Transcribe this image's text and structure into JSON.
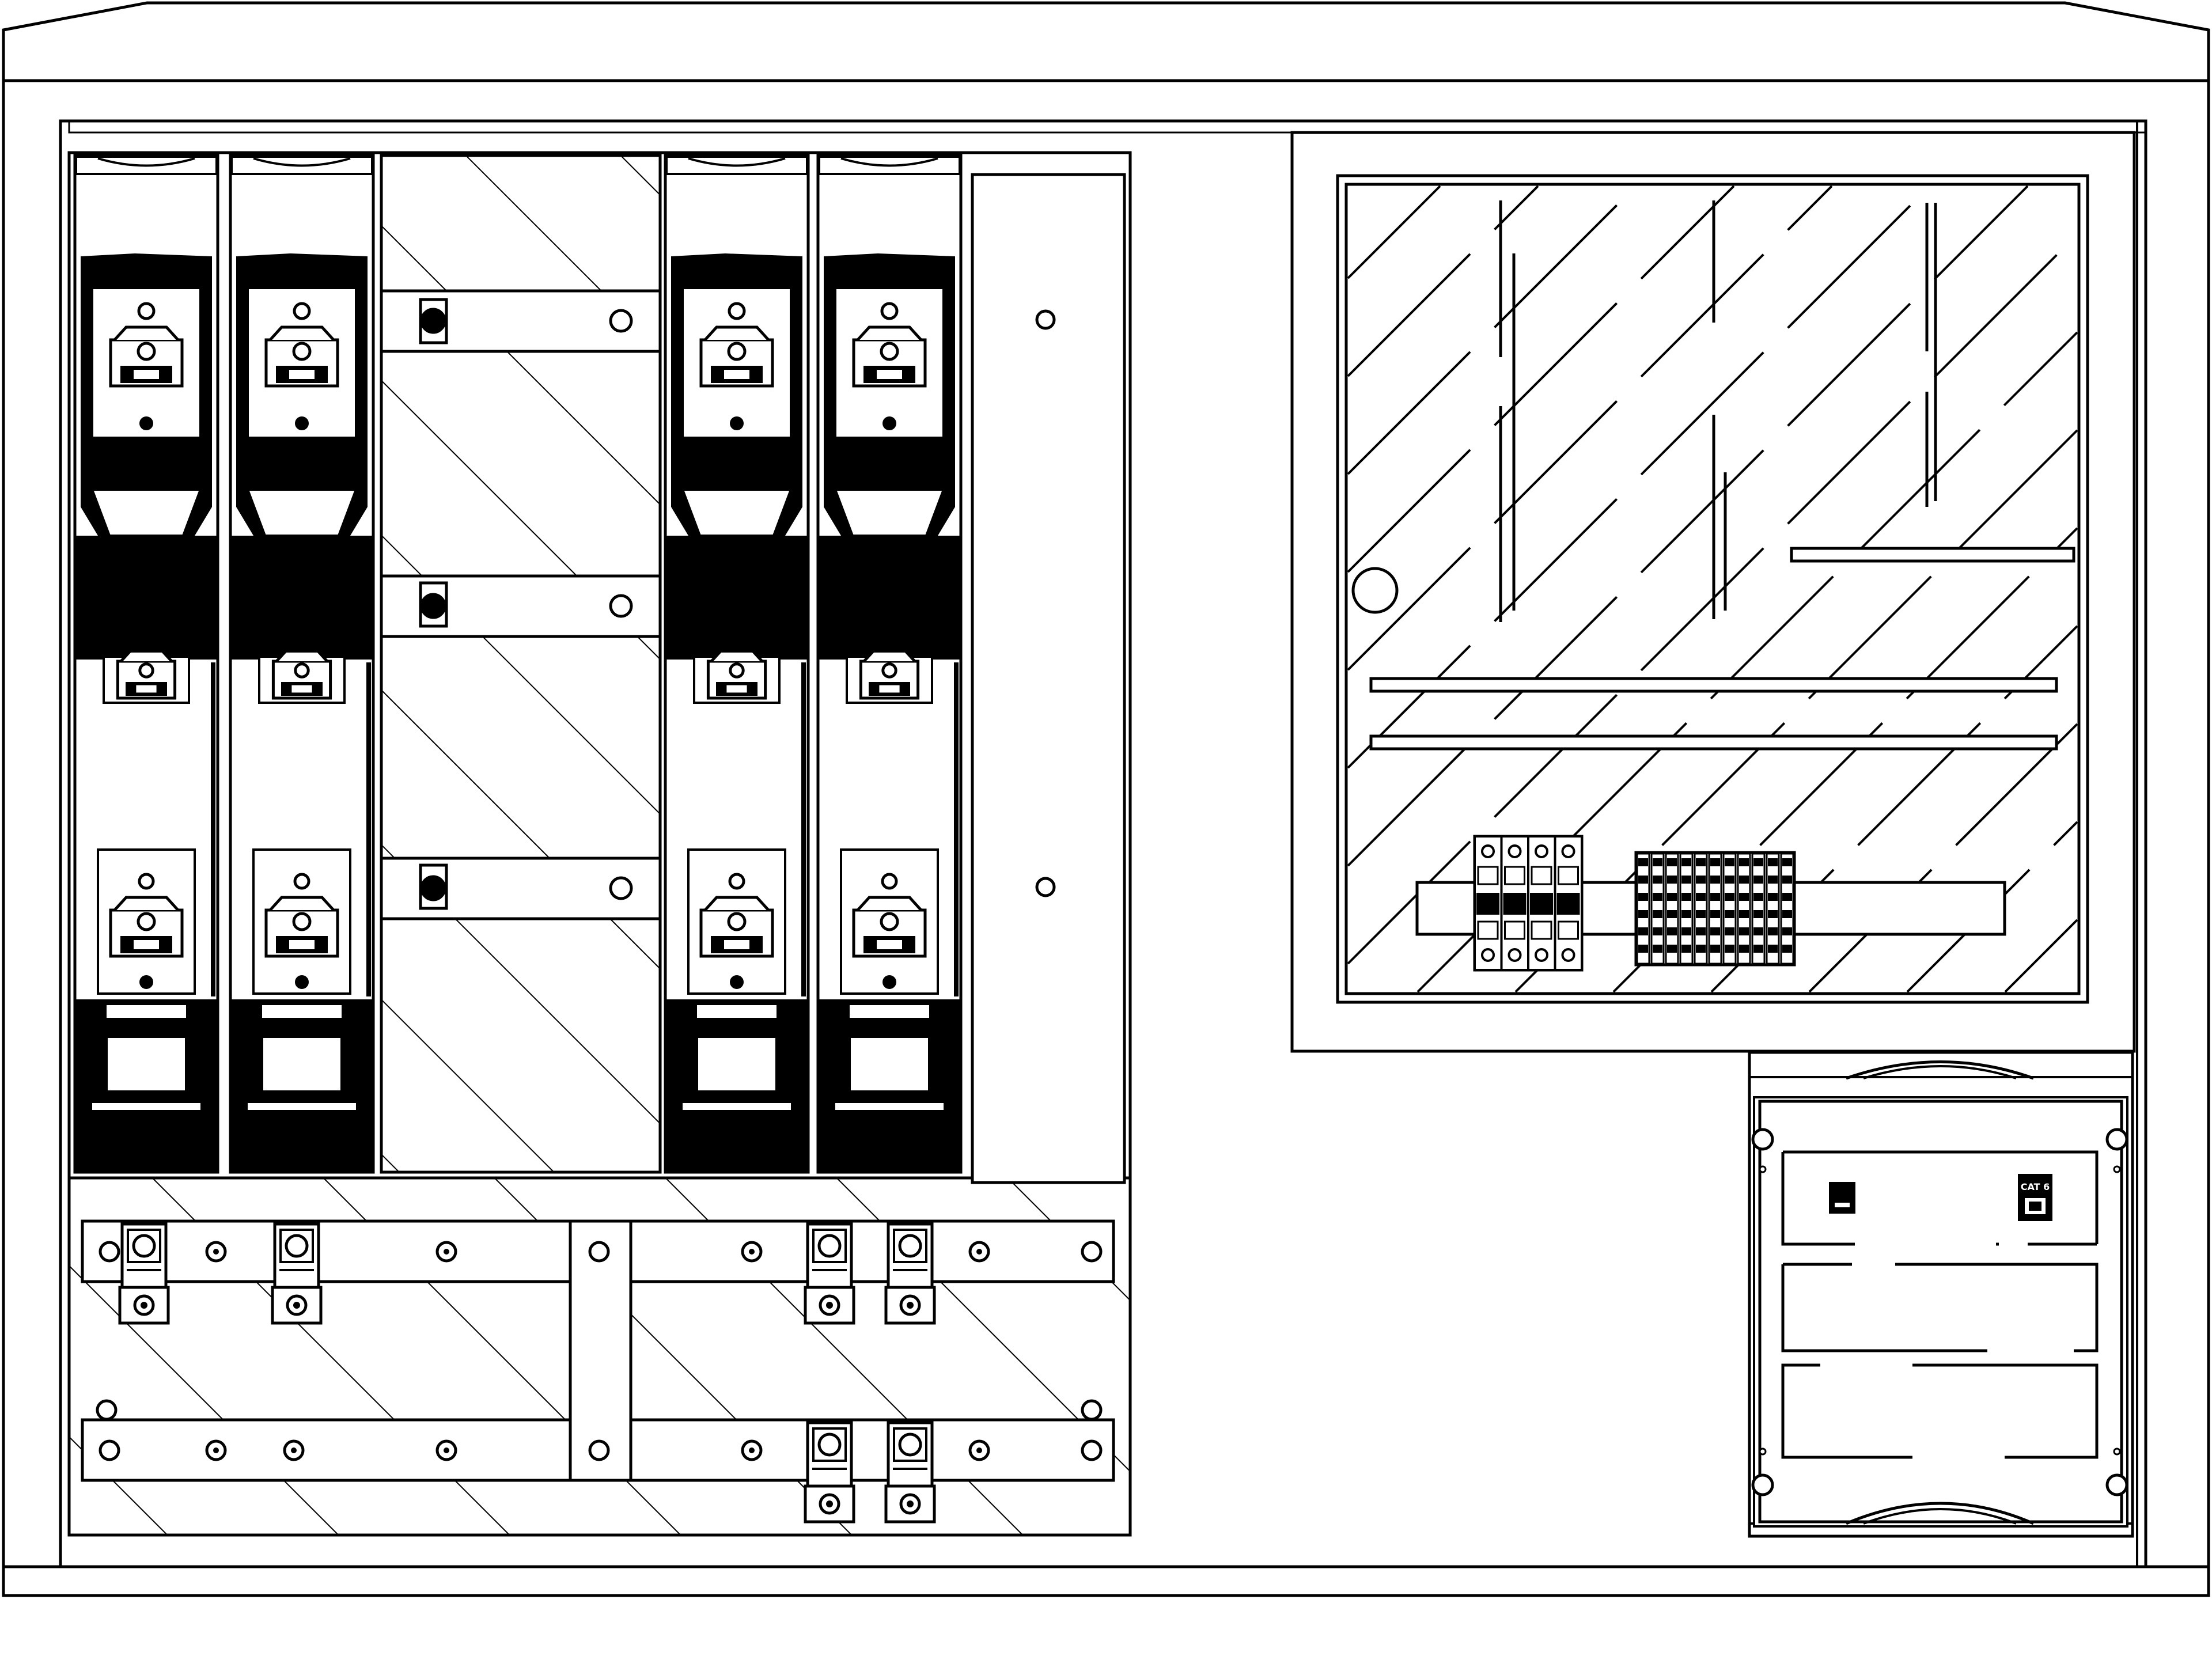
{
  "drawing": {
    "stroke_color": "#000000",
    "fill_color": "#ffffff",
    "ink_color": "#000000",
    "components": {
      "fuse_units_count": 4,
      "right_breaker_poles": 4,
      "right_terminal_blocks": 11
    },
    "data_module": {
      "socket_label": "CAT 6"
    }
  }
}
